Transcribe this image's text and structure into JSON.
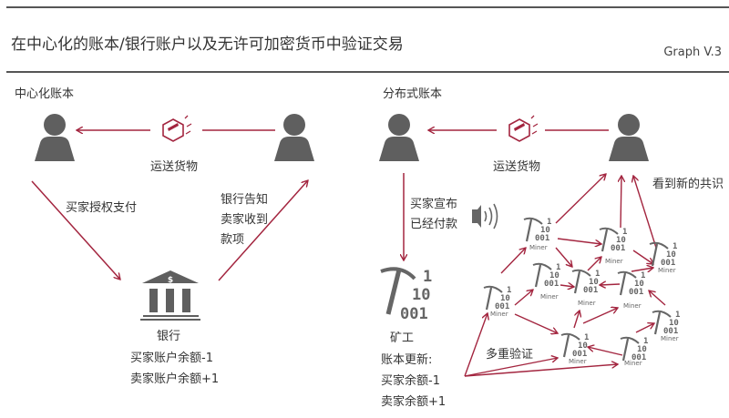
{
  "header": {
    "title": "在中心化的账本/银行账户以及无许可加密货币中验证交易",
    "version": "Graph V.3"
  },
  "centralized": {
    "heading": "中心化账本",
    "ship_label": "运送货物",
    "buyer_authorize": "买家授权支付",
    "bank_notify": [
      "银行告知",
      "卖家收到",
      "款项"
    ],
    "bank_label": "银行",
    "bank_updates": [
      "买家账户余额-1",
      "卖家账户余额+1"
    ]
  },
  "distributed": {
    "heading": "分布式账本",
    "ship_label": "运送货物",
    "buyer_announce": [
      "买家宣布",
      "已经付款"
    ],
    "consensus": "看到新的共识",
    "miner_title": "矿工",
    "ledger_update": [
      "账本更新:",
      "买家余额-1",
      "卖家余额+1"
    ],
    "multi_verify": "多重验证",
    "miner_label": "Miner",
    "miner_digits": [
      "1",
      "10",
      "001"
    ]
  },
  "colors": {
    "accent": "#a3253f",
    "icon": "#5f5f5f"
  }
}
